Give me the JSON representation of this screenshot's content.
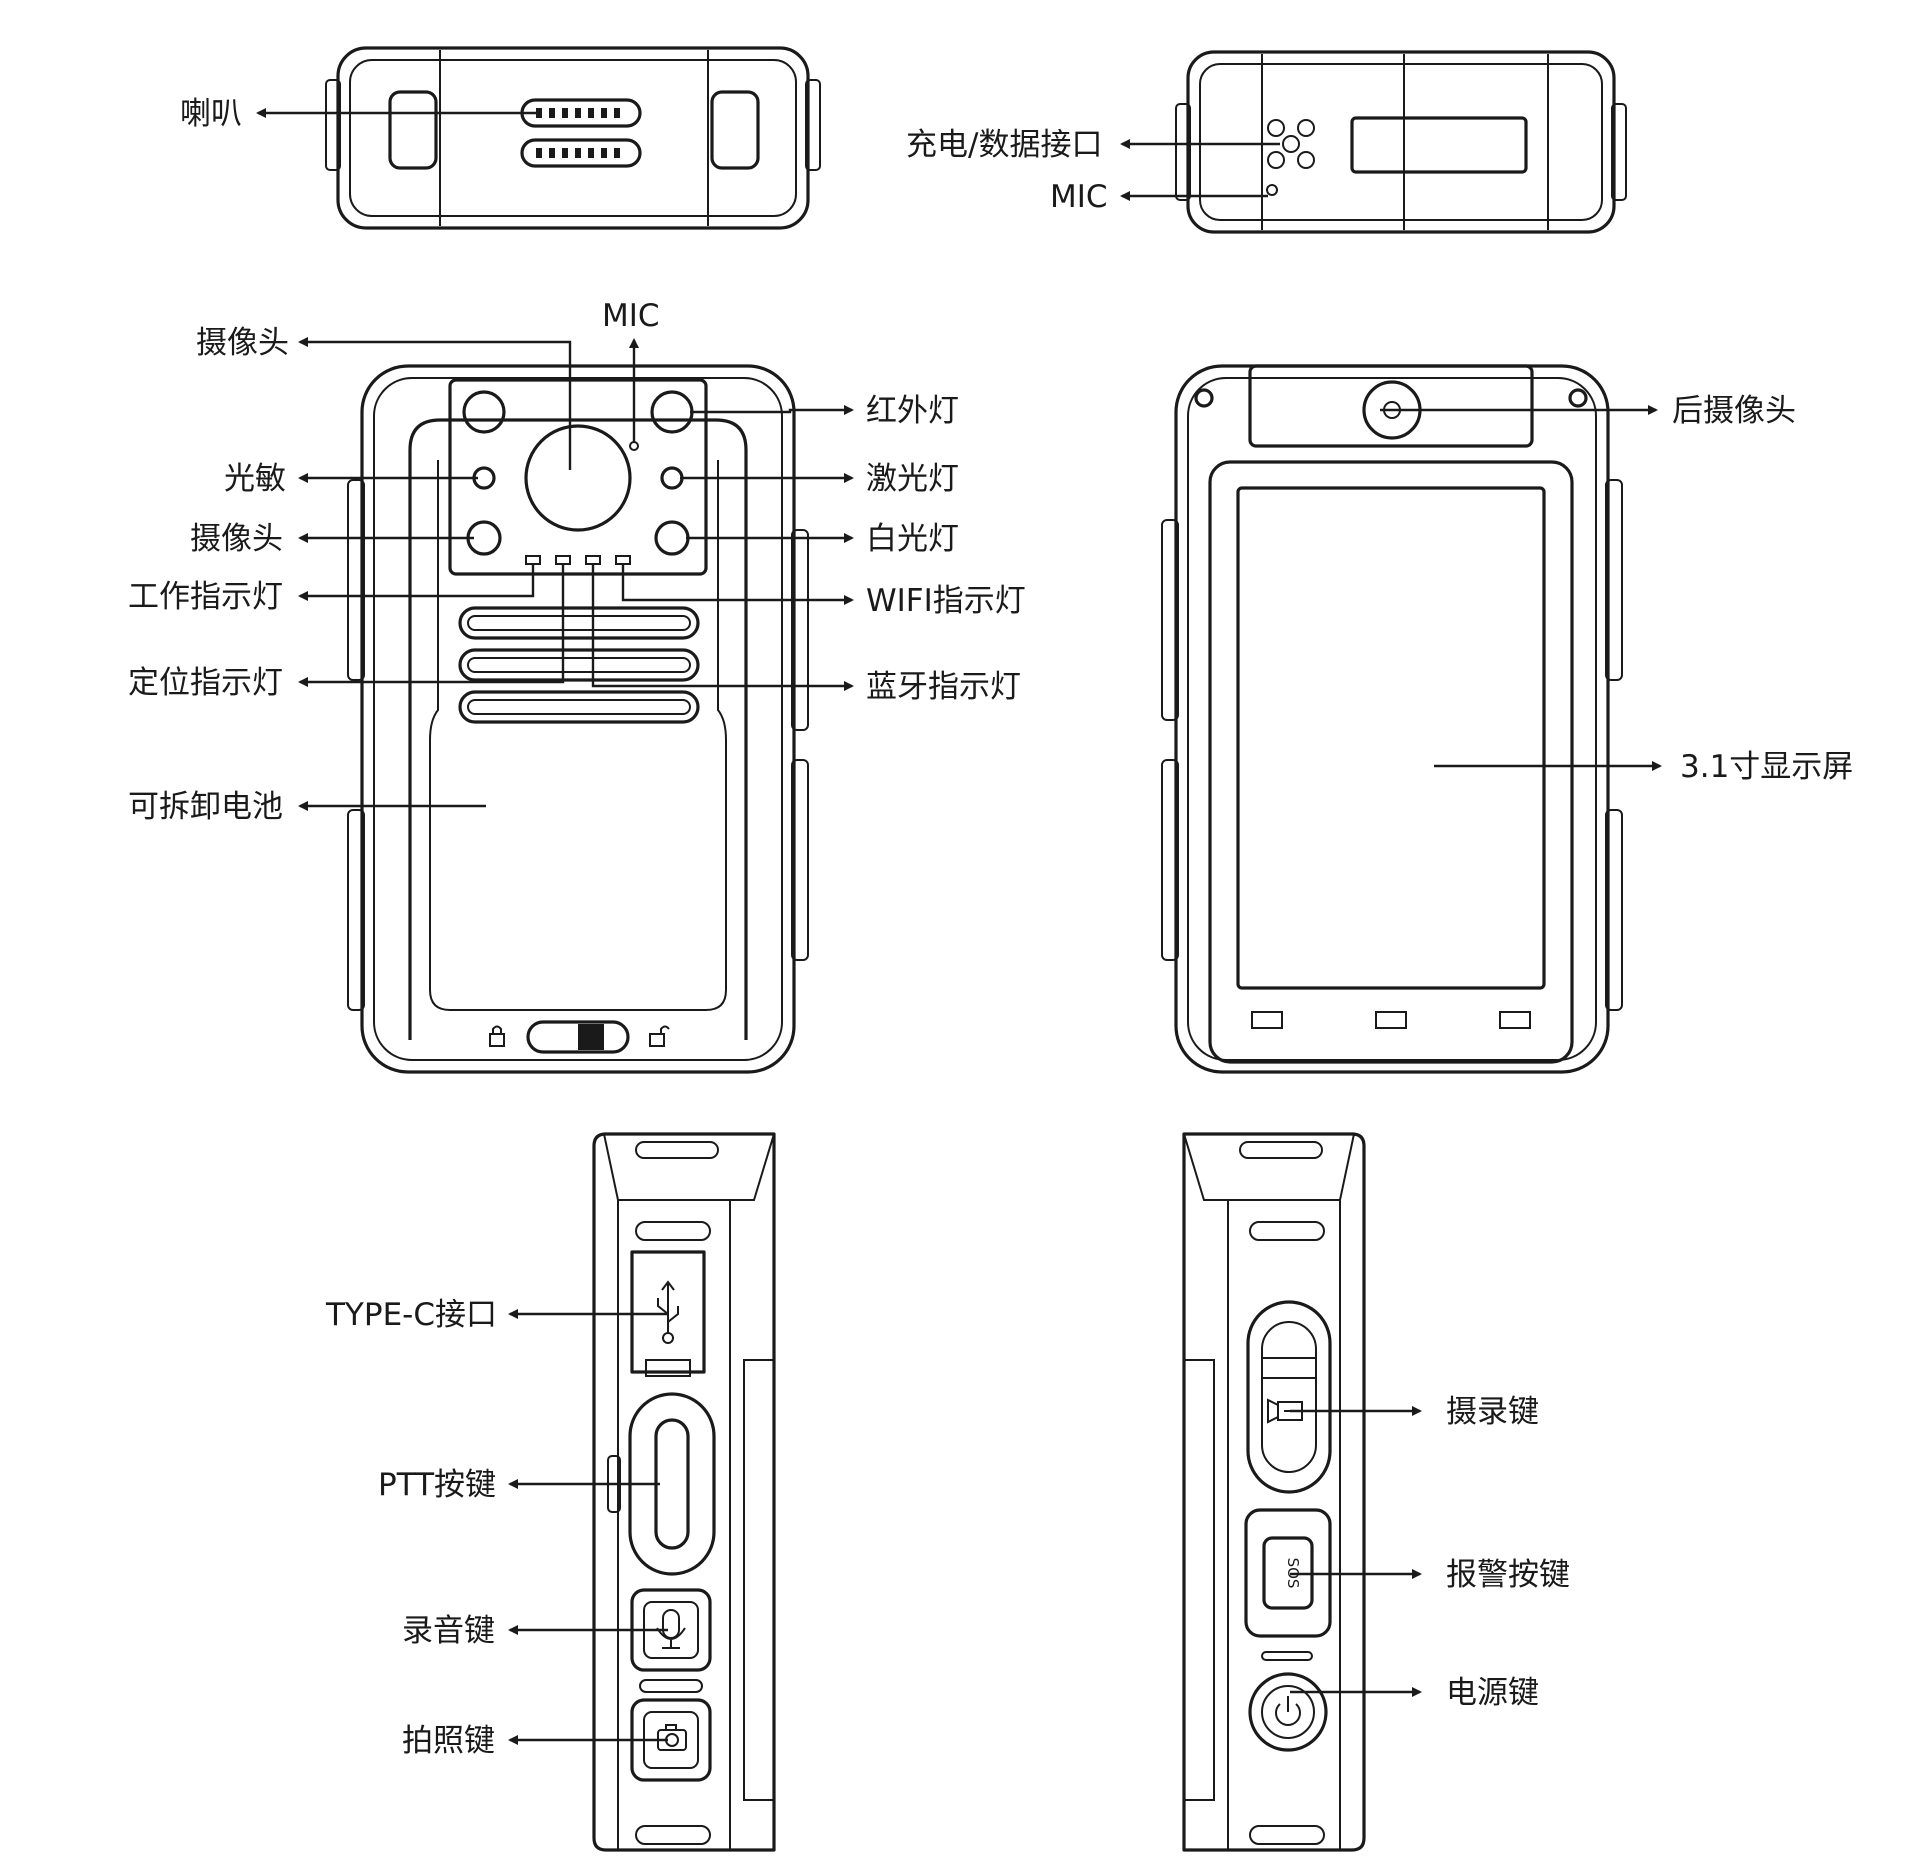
{
  "labels": {
    "speaker": "喇叭",
    "charge_port": "充电/数据接口",
    "mic_top": "MIC",
    "mic_front": "MIC",
    "camera_top": "摄像头",
    "photosensitive": "光敏",
    "camera_lower": "摄像头",
    "work_indicator": "工作指示灯",
    "gps_indicator": "定位指示灯",
    "battery": "可拆卸电池",
    "ir_light": "红外灯",
    "laser_light": "激光灯",
    "white_light": "白光灯",
    "wifi_indicator": "WIFI指示灯",
    "bt_indicator": "蓝牙指示灯",
    "rear_camera": "后摄像头",
    "display": "3.1寸显示屏",
    "typec_port": "TYPE-C接口",
    "ptt_button": "PTT按键",
    "audio_button": "录音键",
    "photo_button": "拍照键",
    "record_button": "摄录键",
    "alarm_button": "报警按键",
    "power_button": "电源键"
  },
  "icons": {
    "sos": "SOS",
    "lock": "lock-icon",
    "unlock": "unlock-icon",
    "usb": "usb-icon",
    "mic": "microphone-icon",
    "camera": "camera-icon",
    "video": "video-record-icon",
    "power": "power-icon"
  },
  "colors": {
    "line": "#1a1a1a",
    "background": "#ffffff"
  }
}
